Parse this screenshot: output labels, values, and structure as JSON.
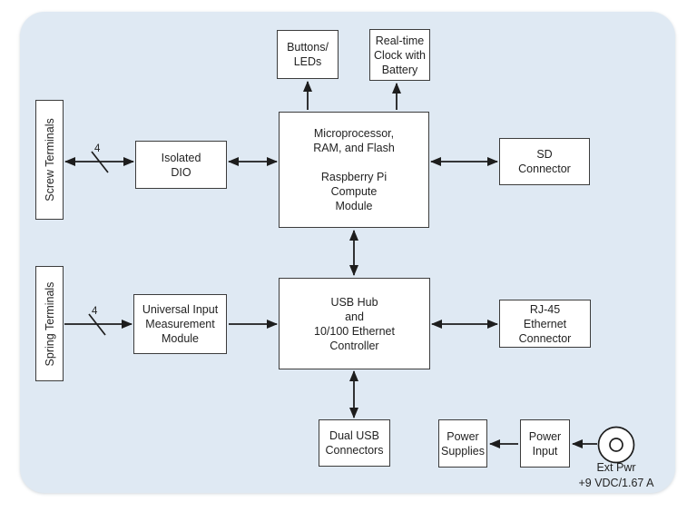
{
  "colors": {
    "panel_bg": "#dfe9f3",
    "box_border": "#3c3c3c",
    "text": "#232323",
    "arrow": "#1d1d1d"
  },
  "nodes": {
    "screw_terminals": "Screw Terminals",
    "spring_terminals": "Spring Terminals",
    "isolated_dio": "Isolated\nDIO",
    "buttons_leds": "Buttons/\nLEDs",
    "rtc": "Real-time\nClock with\nBattery",
    "microprocessor": "Microprocessor,\nRAM, and Flash\n\nRaspberry Pi\nCompute\nModule",
    "sd_connector": "SD\nConnector",
    "universal_input": "Universal Input\nMeasurement\nModule",
    "usb_hub": "USB Hub\nand\n10/100 Ethernet\nController",
    "rj45": "RJ-45\nEthernet\nConnector",
    "dual_usb": "Dual USB\nConnectors",
    "power_supplies": "Power\nSupplies",
    "power_input": "Power\nInput"
  },
  "bus_labels": {
    "screw": "4",
    "spring": "4"
  },
  "ext_pwr": {
    "line1": "Ext Pwr",
    "line2": "+9 VDC/1.67 A"
  }
}
